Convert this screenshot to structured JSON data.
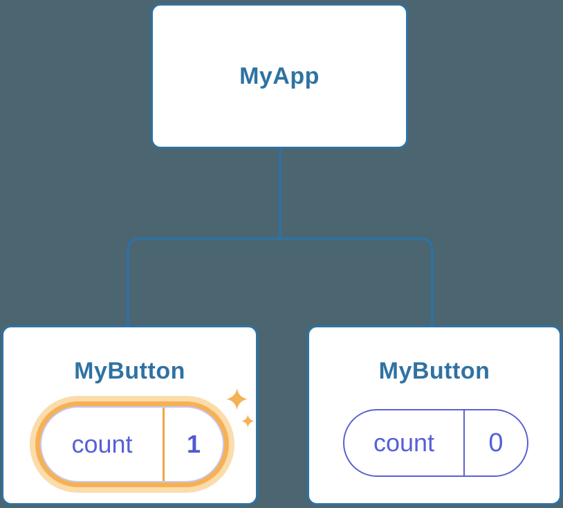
{
  "diagram": {
    "type": "component-tree",
    "colors": {
      "background": "#4b6571",
      "node_fill": "#ffffff",
      "node_border": "#2f72a3",
      "node_title_text": "#2f72a3",
      "connector_line": "#2f72a3",
      "state_pill_indigo": "#575fd8",
      "state_pill_border": "#5a61d2",
      "highlight_ring_orange": "#f6b156",
      "highlight_glow_orange": "#fbdcab",
      "highlight_divider_orange": "#f0a64b",
      "sparkle_orange": "#f6b156"
    },
    "tree": {
      "root": {
        "title": "MyApp"
      },
      "children": [
        {
          "title": "MyButton",
          "state": {
            "name": "count",
            "value": "1"
          },
          "highlighted": true
        },
        {
          "title": "MyButton",
          "state": {
            "name": "count",
            "value": "0"
          },
          "highlighted": false
        }
      ]
    }
  }
}
